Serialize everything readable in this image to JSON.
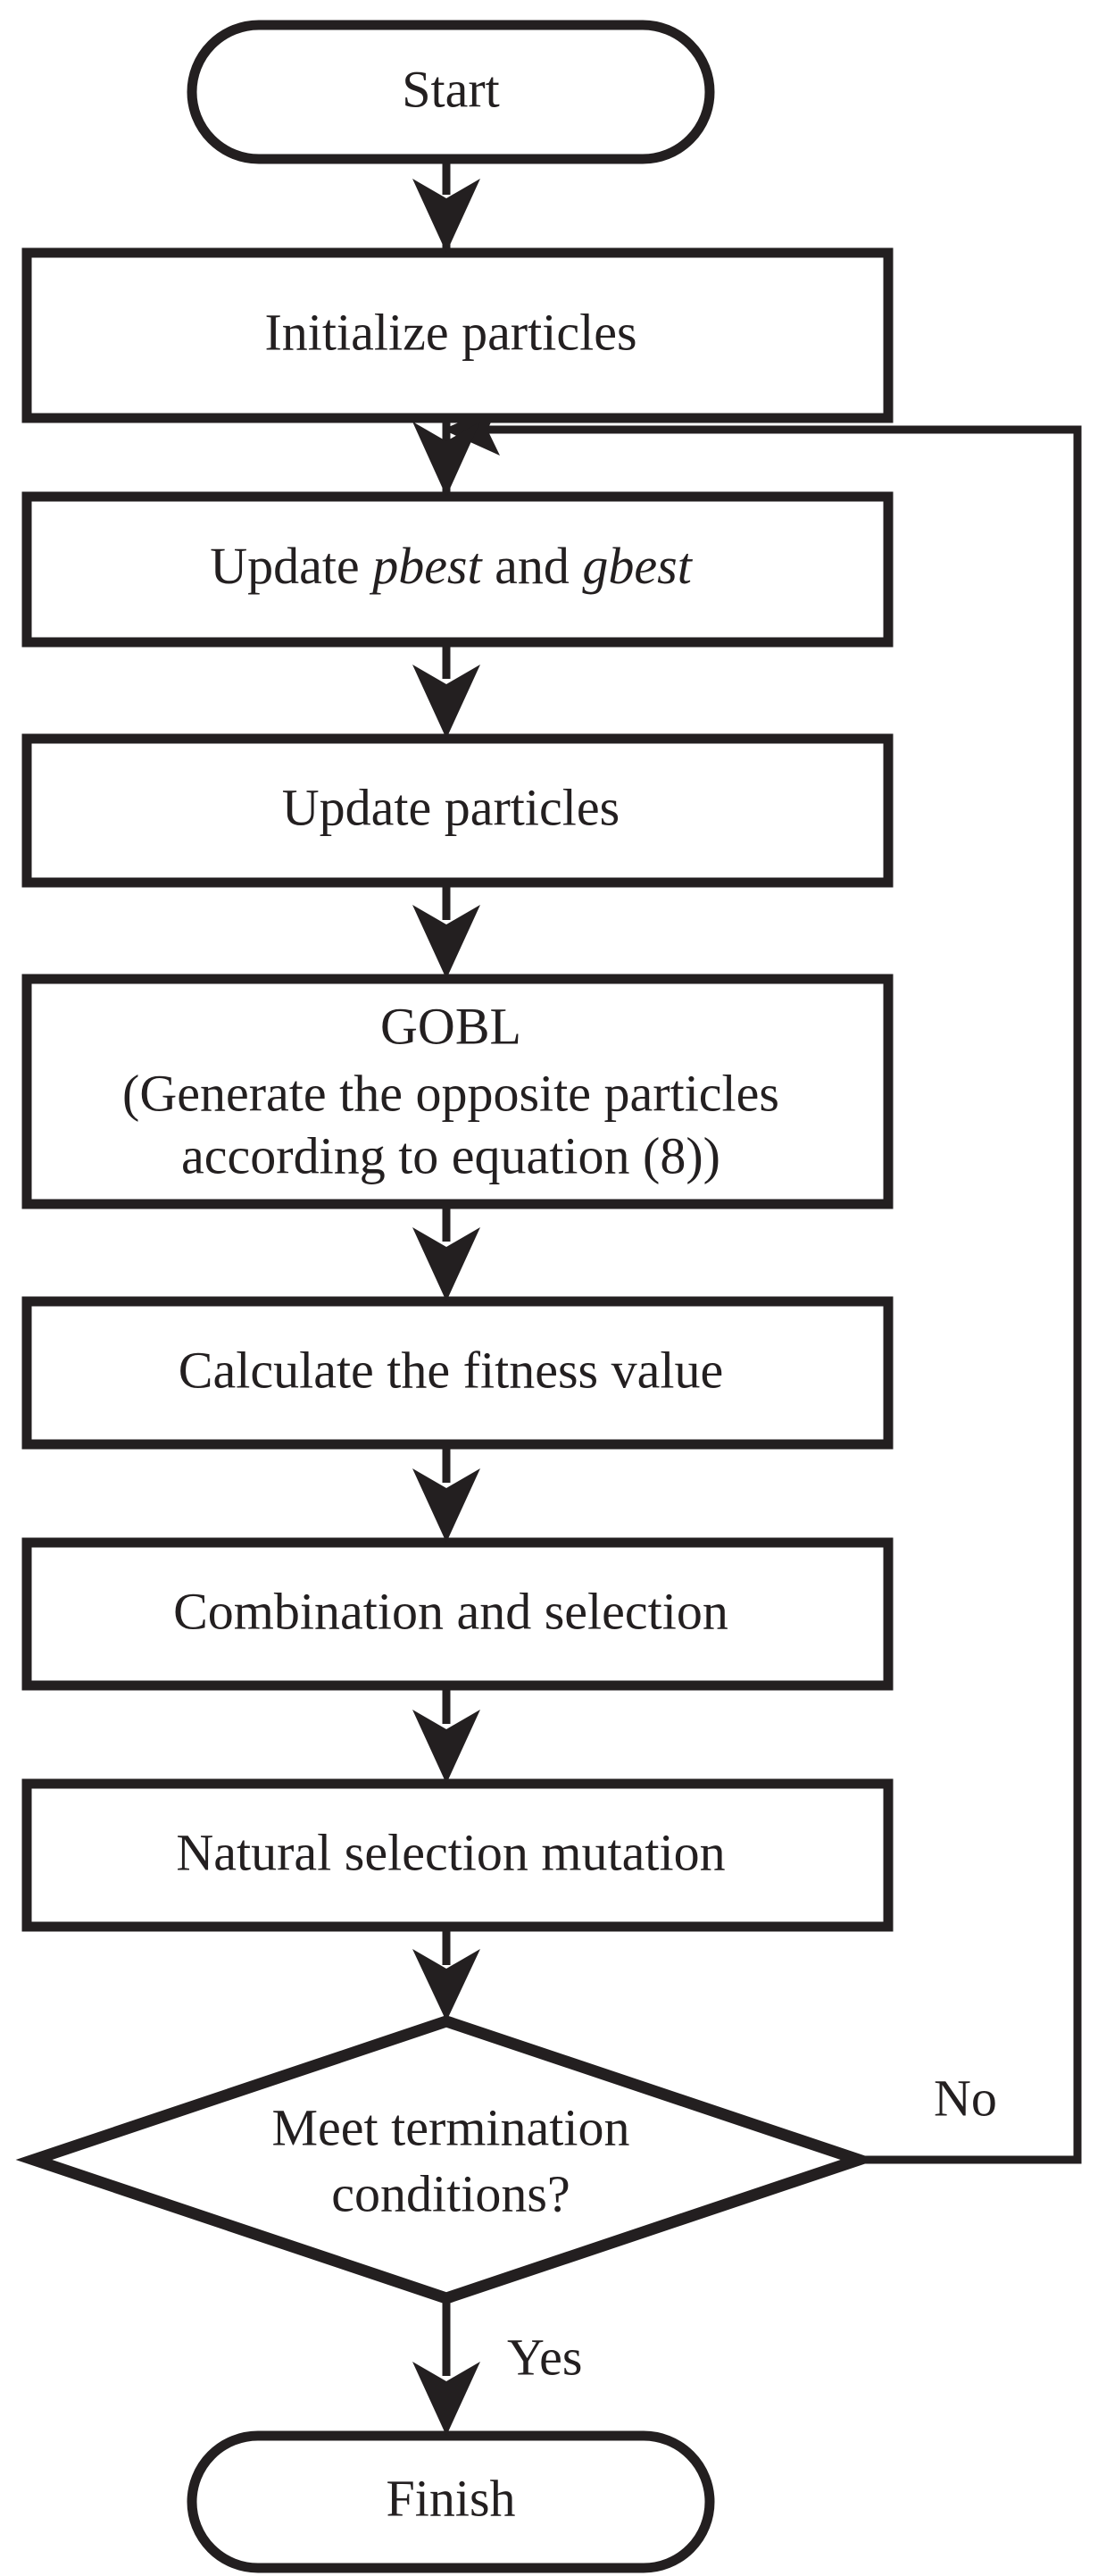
{
  "diagram": {
    "title": "Algorithm flowchart",
    "colors": {
      "ink": "#231f20",
      "paper": "#ffffff"
    },
    "nodes": [
      {
        "id": "start",
        "shape": "terminator",
        "label": "Start",
        "lines": [
          "Start"
        ]
      },
      {
        "id": "initialize-particles",
        "shape": "process",
        "label": "Initialize particles",
        "lines": [
          "Initialize particles"
        ]
      },
      {
        "id": "update-pbest-gbest",
        "shape": "process",
        "label": "Update pbest and gbest",
        "lines": [
          "Update pbest and gbest"
        ],
        "runs": [
          {
            "text": "Update ",
            "italic": false
          },
          {
            "text": "pbest",
            "italic": true
          },
          {
            "text": " and ",
            "italic": false
          },
          {
            "text": "gbest",
            "italic": true
          }
        ]
      },
      {
        "id": "update-particles",
        "shape": "process",
        "label": "Update particles",
        "lines": [
          "Update particles"
        ]
      },
      {
        "id": "gobl",
        "shape": "process",
        "label": "GOBL (Generate the opposite particles according to equation (8))",
        "lines": [
          "GOBL",
          "(Generate the opposite particles",
          "according to equation (8))"
        ]
      },
      {
        "id": "calculate-fitness",
        "shape": "process",
        "label": "Calculate the fitness value",
        "lines": [
          "Calculate the fitness value"
        ]
      },
      {
        "id": "combination-selection",
        "shape": "process",
        "label": "Combination and selection",
        "lines": [
          "Combination and selection"
        ]
      },
      {
        "id": "natural-selection-mutation",
        "shape": "process",
        "label": "Natural selection mutation",
        "lines": [
          "Natural selection mutation"
        ]
      },
      {
        "id": "meet-termination",
        "shape": "decision",
        "label": "Meet termination conditions?",
        "lines": [
          "Meet termination",
          "conditions?"
        ]
      },
      {
        "id": "finish",
        "shape": "terminator",
        "label": "Finish",
        "lines": [
          "Finish"
        ]
      }
    ],
    "edge_labels": {
      "no": "No",
      "yes": "Yes"
    },
    "edges": [
      {
        "from": "start",
        "to": "initialize-particles",
        "label": ""
      },
      {
        "from": "initialize-particles",
        "to": "update-pbest-gbest",
        "label": ""
      },
      {
        "from": "update-pbest-gbest",
        "to": "update-particles",
        "label": ""
      },
      {
        "from": "update-particles",
        "to": "gobl",
        "label": ""
      },
      {
        "from": "gobl",
        "to": "calculate-fitness",
        "label": ""
      },
      {
        "from": "calculate-fitness",
        "to": "combination-selection",
        "label": ""
      },
      {
        "from": "combination-selection",
        "to": "natural-selection-mutation",
        "label": ""
      },
      {
        "from": "natural-selection-mutation",
        "to": "meet-termination",
        "label": ""
      },
      {
        "from": "meet-termination",
        "to": "update-pbest-gbest",
        "label": "No"
      },
      {
        "from": "meet-termination",
        "to": "finish",
        "label": "Yes"
      }
    ]
  }
}
